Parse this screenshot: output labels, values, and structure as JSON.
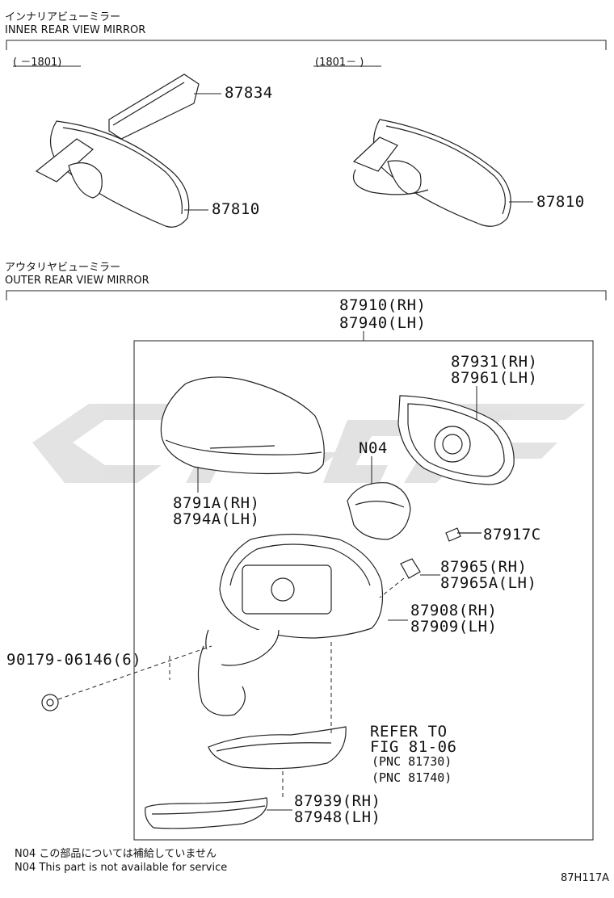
{
  "inner_section": {
    "title_jp": "インナリアビューミラー",
    "title_en": "INNER REAR VIEW MIRROR",
    "range_left": "( －1801)",
    "range_right": "(1801－ )",
    "parts": {
      "cover": "87834",
      "mirror_left": "87810",
      "mirror_right": "87810"
    }
  },
  "outer_section": {
    "title_jp": "アウタリヤビューミラー",
    "title_en": "OUTER REAR VIEW MIRROR",
    "assembly_rh": "87910(RH)",
    "assembly_lh": "87940(LH)",
    "parts": {
      "glass_rh": "87931(RH)",
      "glass_lh": "87961(LH)",
      "n04": "N04",
      "cover_rh": "8791A(RH)",
      "cover_lh": "8794A(LH)",
      "screw": "87917C",
      "lamp_rh": "87965(RH)",
      "lamp_lh": "87965A(LH)",
      "body_rh": "87908(RH)",
      "body_lh": "87909(LH)",
      "nut": "90179-06146(6)",
      "refer_1": "REFER TO",
      "refer_2": "FIG 81-06",
      "refer_3": "(PNC 81730)",
      "refer_4": "(PNC 81740)",
      "garnish_rh": "87939(RH)",
      "garnish_lh": "87948(LH)"
    }
  },
  "footer": {
    "note_jp": "N04 この部品については補給していません",
    "note_en": "N04 This part is not available for service",
    "figure_id": "87H117A"
  }
}
